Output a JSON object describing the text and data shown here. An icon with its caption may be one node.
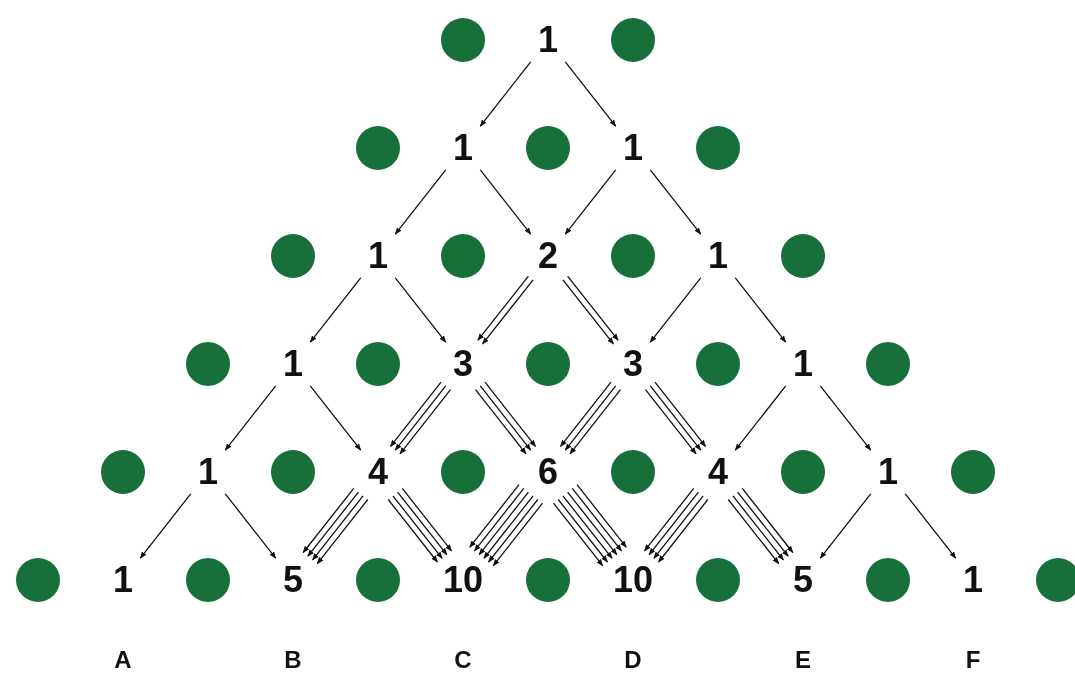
{
  "diagram": {
    "nodes": [
      {
        "text": [],
        "shape": "circle"
      },
      {
        "text": [
          "1"
        ]
      },
      {
        "text": [],
        "shape": "circle"
      },
      {
        "text": [],
        "shape": "circle"
      },
      {
        "text": [
          "1"
        ]
      },
      {
        "text": [],
        "shape": "circle"
      },
      {
        "text": [
          "1"
        ]
      },
      {
        "text": [],
        "shape": "circle"
      },
      {
        "text": [],
        "shape": "circle"
      },
      {
        "text": [
          "1"
        ]
      },
      {
        "text": [],
        "shape": "circle"
      },
      {
        "text": [
          "2"
        ]
      },
      {
        "text": [],
        "shape": "circle"
      },
      {
        "text": [
          "1"
        ]
      },
      {
        "text": [],
        "shape": "circle"
      },
      {
        "text": [],
        "shape": "circle"
      },
      {
        "text": [
          "1"
        ]
      },
      {
        "text": [],
        "shape": "circle"
      },
      {
        "text": [
          "3"
        ]
      },
      {
        "text": [],
        "shape": "circle"
      },
      {
        "text": [
          "3"
        ]
      },
      {
        "text": [],
        "shape": "circle"
      },
      {
        "text": [
          "1"
        ]
      },
      {
        "text": [],
        "shape": "circle"
      },
      {
        "text": [],
        "shape": "circle"
      },
      {
        "text": [
          "1"
        ]
      },
      {
        "text": [],
        "shape": "circle"
      },
      {
        "text": [
          "4"
        ]
      },
      {
        "text": [],
        "shape": "circle"
      },
      {
        "text": [
          "6"
        ]
      },
      {
        "text": [],
        "shape": "circle"
      },
      {
        "text": [
          "4"
        ]
      },
      {
        "text": [],
        "shape": "circle"
      },
      {
        "text": [
          "1"
        ]
      },
      {
        "text": [],
        "shape": "circle"
      },
      {
        "text": [],
        "shape": "circle"
      },
      {
        "text": [
          "1"
        ]
      },
      {
        "text": [],
        "shape": "circle"
      },
      {
        "text": [
          "5"
        ]
      },
      {
        "text": [],
        "shape": "circle"
      },
      {
        "text": [
          "10"
        ]
      },
      {
        "text": [],
        "shape": "circle"
      },
      {
        "text": [
          "10"
        ]
      },
      {
        "text": [],
        "shape": "circle"
      },
      {
        "text": [
          "5"
        ]
      },
      {
        "text": [],
        "shape": "circle"
      },
      {
        "text": [
          "1"
        ]
      },
      {
        "text": [],
        "shape": "circle"
      }
    ],
    "edges": [
      {
        "from": 1,
        "to": 4,
        "arrow": "to"
      },
      {
        "from": 1,
        "to": 6,
        "arrow": "to"
      },
      {
        "from": 4,
        "to": 9,
        "arrow": "to"
      },
      {
        "from": 4,
        "to": 11,
        "arrow": "to"
      },
      {
        "from": 6,
        "to": 11,
        "arrow": "to"
      },
      {
        "from": 6,
        "to": 13,
        "arrow": "to"
      },
      {
        "from": 9,
        "to": 16,
        "arrow": "to"
      },
      {
        "from": 9,
        "to": 18,
        "arrow": "to"
      },
      {
        "from": 11,
        "to": 18,
        "arrow": "to"
      },
      {
        "from": 11,
        "to": 18,
        "arrow": "to"
      },
      {
        "from": 11,
        "to": 20,
        "arrow": "to"
      },
      {
        "from": 11,
        "to": 20,
        "arrow": "to"
      },
      {
        "from": 13,
        "to": 20,
        "arrow": "to"
      },
      {
        "from": 13,
        "to": 22,
        "arrow": "to"
      },
      {
        "from": 16,
        "to": 25,
        "arrow": "to"
      },
      {
        "from": 16,
        "to": 27,
        "arrow": "to"
      },
      {
        "from": 18,
        "to": 27,
        "arrow": "to"
      },
      {
        "from": 18,
        "to": 27,
        "arrow": "to"
      },
      {
        "from": 18,
        "to": 27,
        "arrow": "to"
      },
      {
        "from": 18,
        "to": 29,
        "arrow": "to"
      },
      {
        "from": 18,
        "to": 29,
        "arrow": "to"
      },
      {
        "from": 18,
        "to": 29,
        "arrow": "to"
      },
      {
        "from": 20,
        "to": 29,
        "arrow": "to"
      },
      {
        "from": 20,
        "to": 29,
        "arrow": "to"
      },
      {
        "from": 20,
        "to": 29,
        "arrow": "to"
      },
      {
        "from": 20,
        "to": 31,
        "arrow": "to"
      },
      {
        "from": 20,
        "to": 31,
        "arrow": "to"
      },
      {
        "from": 20,
        "to": 31,
        "arrow": "to"
      },
      {
        "from": 22,
        "to": 31,
        "arrow": "to"
      },
      {
        "from": 22,
        "to": 33,
        "arrow": "to"
      },
      {
        "from": 25,
        "to": 36,
        "arrow": "to"
      },
      {
        "from": 25,
        "to": 38,
        "arrow": "to"
      },
      {
        "from": 27,
        "to": 38,
        "arrow": "to"
      },
      {
        "from": 27,
        "to": 38,
        "arrow": "to"
      },
      {
        "from": 27,
        "to": 38,
        "arrow": "to"
      },
      {
        "from": 27,
        "to": 38,
        "arrow": "to"
      },
      {
        "from": 27,
        "to": 40,
        "arrow": "to"
      },
      {
        "from": 27,
        "to": 40,
        "arrow": "to"
      },
      {
        "from": 27,
        "to": 40,
        "arrow": "to"
      },
      {
        "from": 27,
        "to": 40,
        "arrow": "to"
      },
      {
        "from": 29,
        "to": 40,
        "arrow": "to"
      },
      {
        "from": 29,
        "to": 40,
        "arrow": "to"
      },
      {
        "from": 29,
        "to": 40,
        "arrow": "to"
      },
      {
        "from": 29,
        "to": 40,
        "arrow": "to"
      },
      {
        "from": 29,
        "to": 40,
        "arrow": "to"
      },
      {
        "from": 29,
        "to": 40,
        "arrow": "to"
      },
      {
        "from": 29,
        "to": 42,
        "arrow": "to"
      },
      {
        "from": 29,
        "to": 42,
        "arrow": "to"
      },
      {
        "from": 29,
        "to": 42,
        "arrow": "to"
      },
      {
        "from": 29,
        "to": 42,
        "arrow": "to"
      },
      {
        "from": 29,
        "to": 42,
        "arrow": "to"
      },
      {
        "from": 29,
        "to": 42,
        "arrow": "to"
      },
      {
        "from": 31,
        "to": 42,
        "arrow": "to"
      },
      {
        "from": 31,
        "to": 42,
        "arrow": "to"
      },
      {
        "from": 31,
        "to": 42,
        "arrow": "to"
      },
      {
        "from": 31,
        "to": 42,
        "arrow": "to"
      },
      {
        "from": 31,
        "to": 44,
        "arrow": "to"
      },
      {
        "from": 31,
        "to": 44,
        "arrow": "to"
      },
      {
        "from": 31,
        "to": 44,
        "arrow": "to"
      },
      {
        "from": 31,
        "to": 44,
        "arrow": "to"
      },
      {
        "from": 33,
        "to": 44,
        "arrow": "to"
      },
      {
        "from": 33,
        "to": 46,
        "arrow": "to"
      }
    ],
    "labels": [
      "A",
      "B",
      "C",
      "D",
      "E",
      "F"
    ]
  }
}
